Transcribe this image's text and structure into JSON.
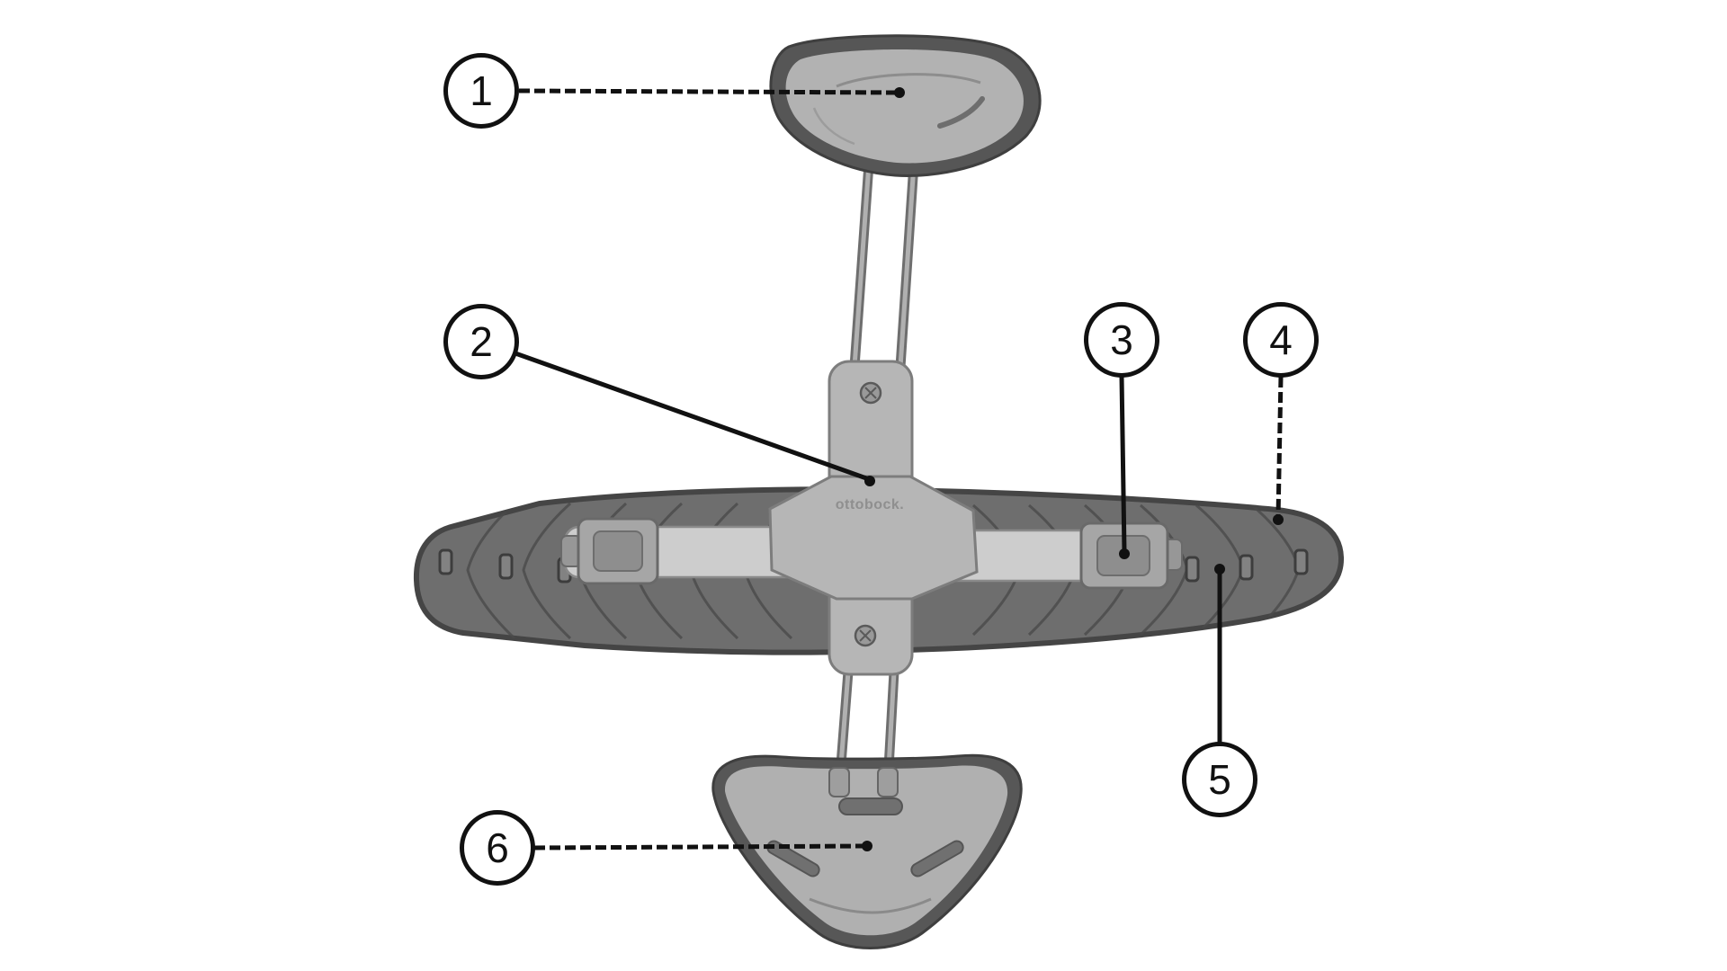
{
  "diagram": {
    "brand": "ottobock.",
    "background_color": "#ffffff",
    "line_color": "#111111",
    "callouts": [
      {
        "number": "1"
      },
      {
        "number": "2"
      },
      {
        "number": "3"
      },
      {
        "number": "4"
      },
      {
        "number": "5"
      },
      {
        "number": "6"
      }
    ]
  }
}
